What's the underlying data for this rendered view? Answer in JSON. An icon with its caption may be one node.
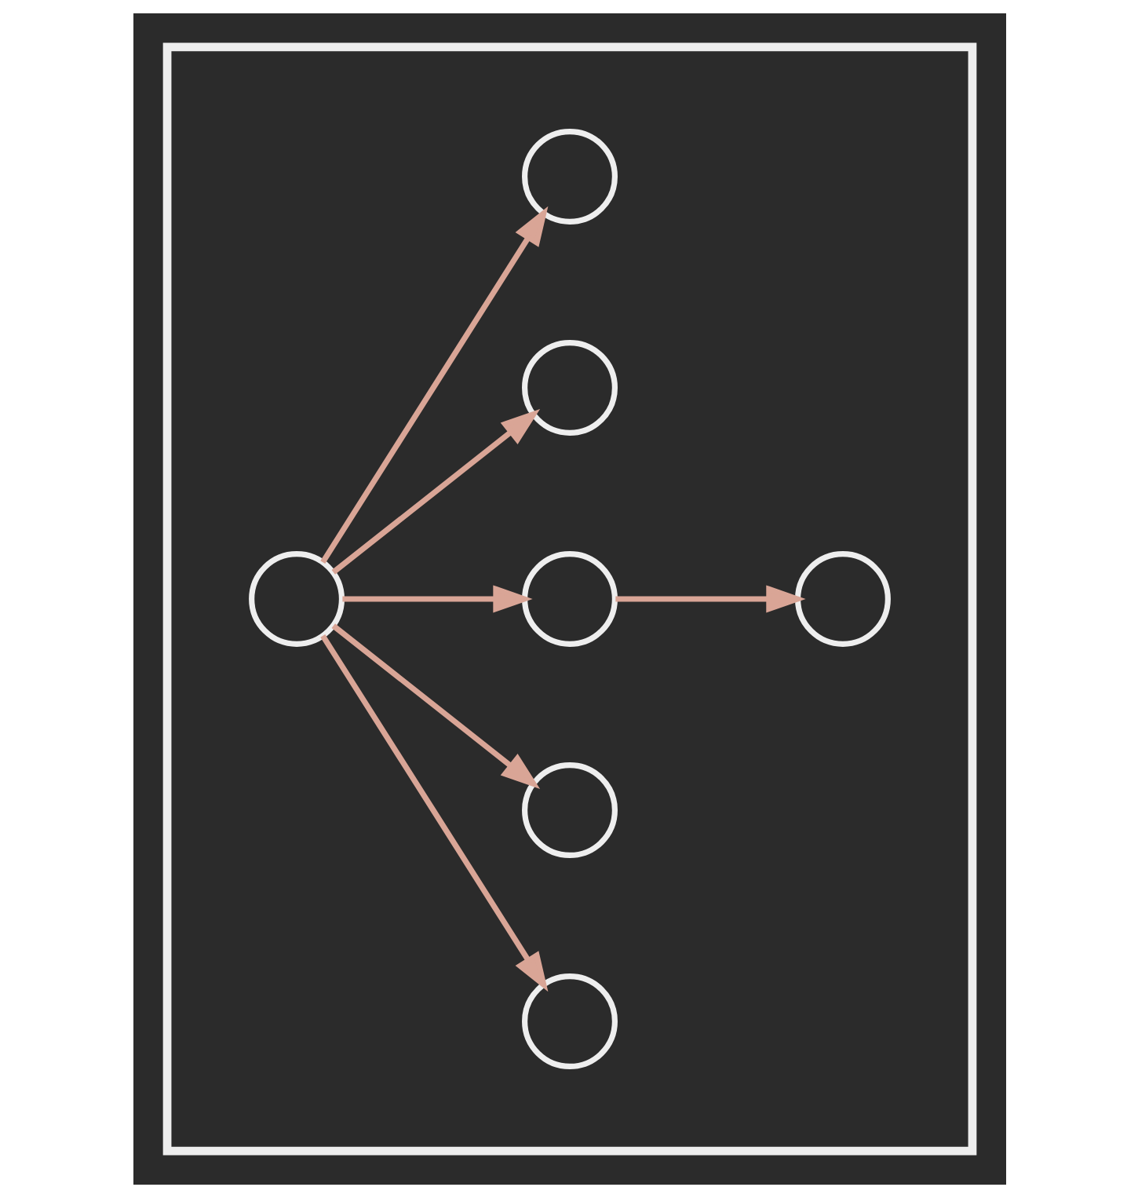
{
  "diagram": {
    "nodes": [
      {
        "text": [],
        "shape": "box"
      },
      {
        "text": [],
        "shape": "circle",
        "in": 0
      },
      {
        "text": [],
        "shape": "circle",
        "in": 0
      },
      {
        "text": [],
        "shape": "circle",
        "in": 0
      },
      {
        "text": [],
        "shape": "circle",
        "in": 0
      },
      {
        "text": [],
        "shape": "circle",
        "in": 0
      },
      {
        "text": [],
        "shape": "circle",
        "in": 0
      },
      {
        "text": [],
        "shape": "circle",
        "in": 0
      }
    ],
    "edges": [
      {
        "from": 3,
        "to": 1,
        "arrow": "to"
      },
      {
        "from": 3,
        "to": 2,
        "arrow": "to"
      },
      {
        "from": 3,
        "to": 4,
        "arrow": "to"
      },
      {
        "from": 4,
        "to": 5,
        "arrow": "to"
      },
      {
        "from": 3,
        "to": 6,
        "arrow": "to"
      },
      {
        "from": 3,
        "to": 7,
        "arrow": "to"
      }
    ]
  }
}
